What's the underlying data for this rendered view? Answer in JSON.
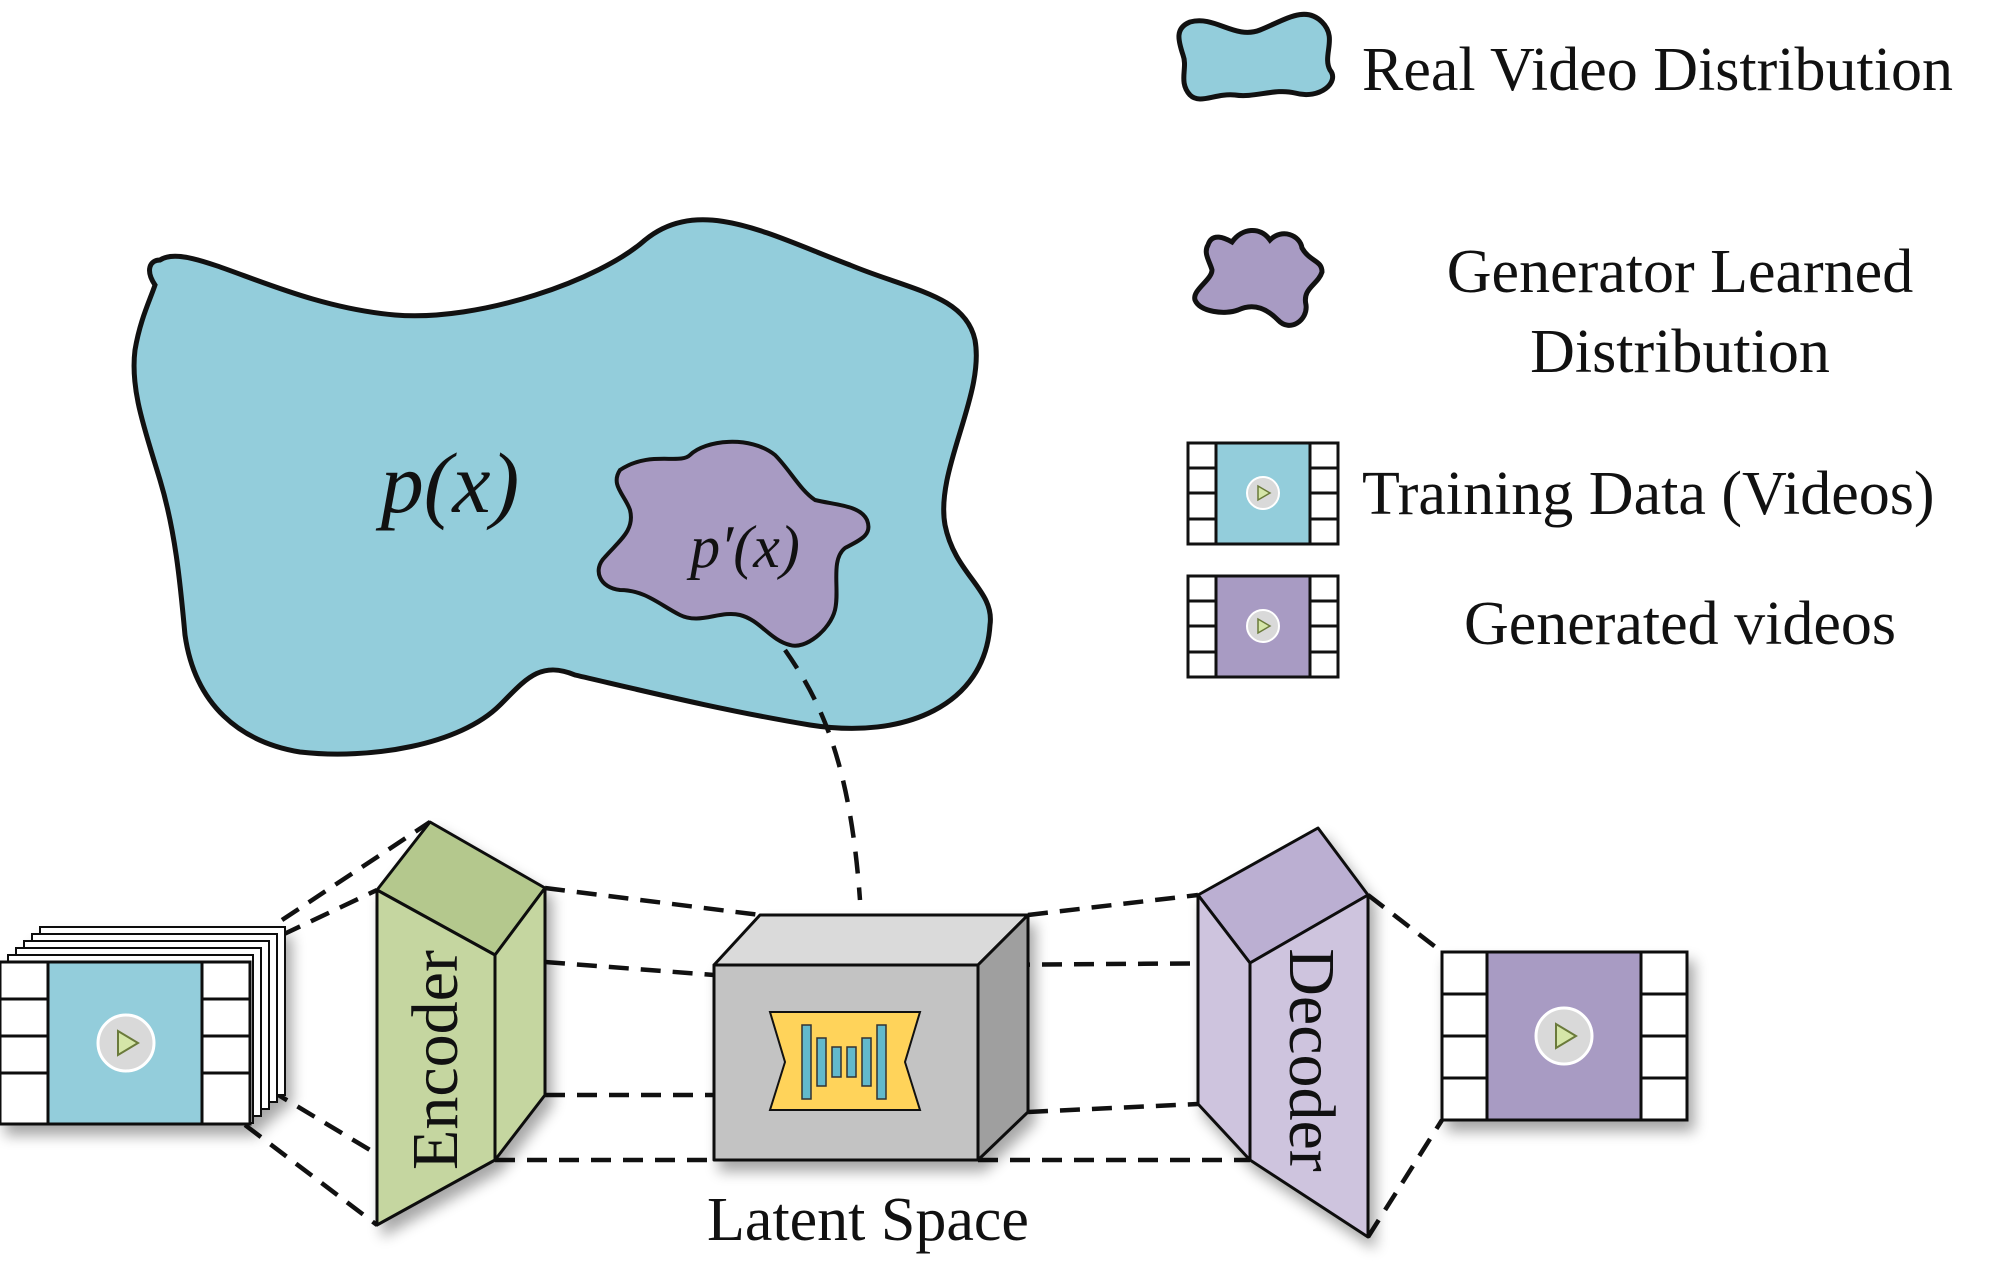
{
  "legend": {
    "real_label": "Real Video Distribution",
    "generated_label_line1": "Generator Learned",
    "generated_label_line2": "Distribution",
    "training_label": "Training Data (Videos)",
    "generated_videos_label": "Generated videos"
  },
  "distributions": {
    "real_symbol": "p(x)",
    "learned_symbol": "p′(x)"
  },
  "pipeline": {
    "encoder_label": "Encoder",
    "decoder_label": "Decoder",
    "latent_label": "Latent Space"
  },
  "colors": {
    "real": "#93CDDB",
    "learned": "#A89BC3",
    "encoder": "#C5D6A0",
    "decoder": "#CEC4DE",
    "latent": "#C3C3C3",
    "latent_icon": "#FFD35A",
    "outline": "#111111"
  }
}
